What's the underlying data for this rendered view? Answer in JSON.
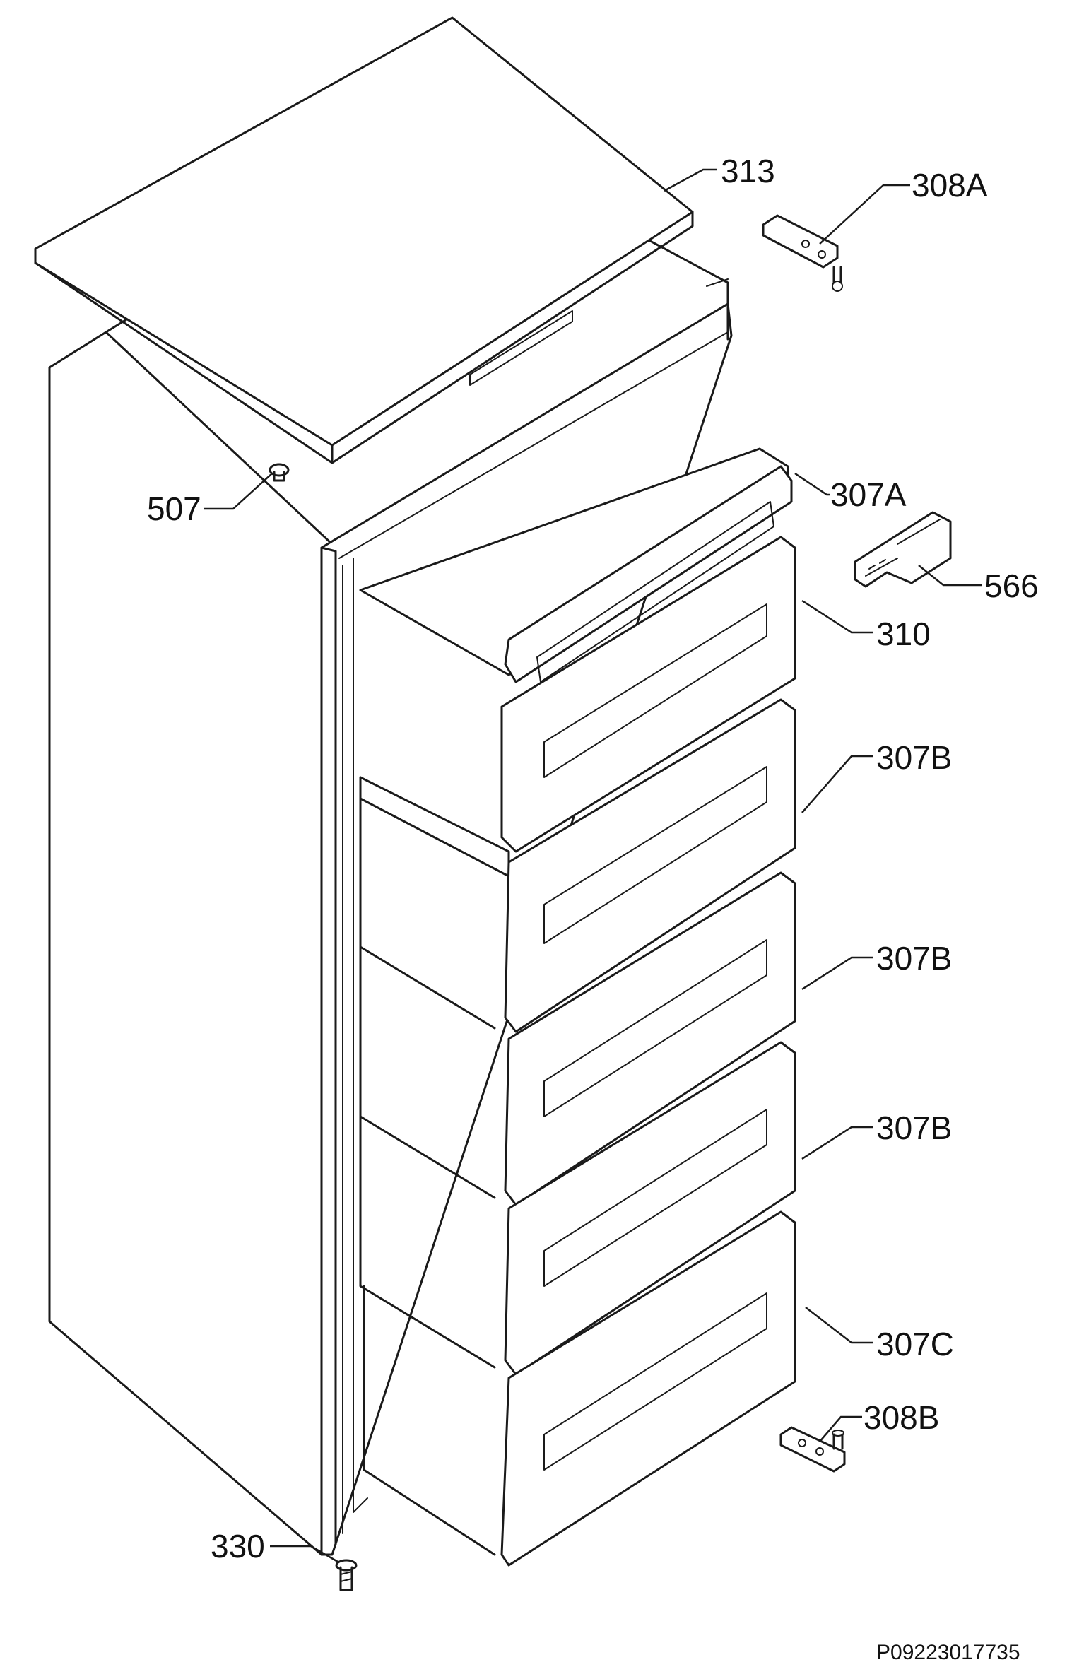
{
  "callouts": {
    "p313": "313",
    "p308A": "308A",
    "p507": "507",
    "p307A": "307A",
    "p566": "566",
    "p310": "310",
    "p307B_1": "307B",
    "p307B_2": "307B",
    "p307B_3": "307B",
    "p307C": "307C",
    "p308B": "308B",
    "p330": "330"
  },
  "document_code": "P09223017735"
}
